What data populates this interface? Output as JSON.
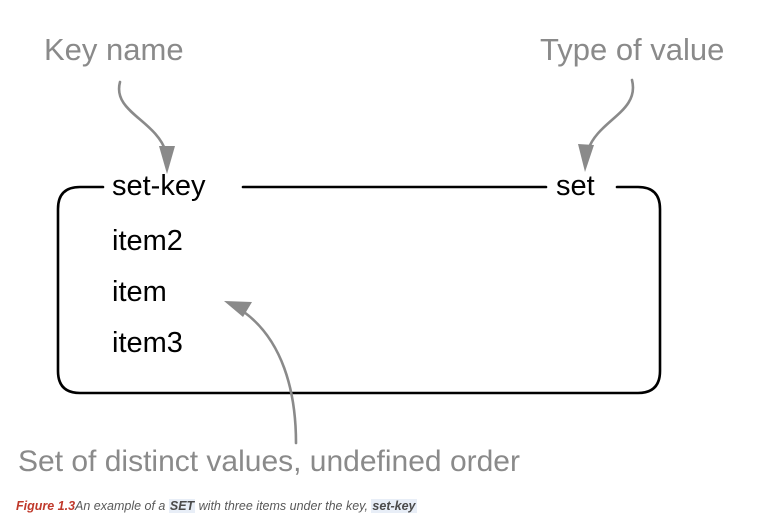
{
  "figure": {
    "background_color": "#ffffff",
    "annotation_color": "#8a8a8a",
    "stroke_color": "#000000",
    "arrow_color": "#808080",
    "caption_number_color": "#c0392b",
    "code_highlight_color": "#e8eef7"
  },
  "annotations": {
    "key_name": "Key name",
    "type_of_value": "Type of value",
    "set_description": "Set of distinct values, undefined order"
  },
  "container": {
    "key_label": "set-key",
    "type_label": "set",
    "items": [
      "item2",
      "item",
      "item3"
    ]
  },
  "caption": {
    "number": "Figure 1.3",
    "text_before": "An example of a ",
    "code_type": "SET",
    "text_middle": " with three items under the key, ",
    "code_key": "set-key"
  },
  "icons": {
    "arrow_to_key": "curved-arrow-down-icon",
    "arrow_to_type": "curved-arrow-down-left-icon",
    "arrow_to_items": "curved-arrow-up-left-icon"
  }
}
